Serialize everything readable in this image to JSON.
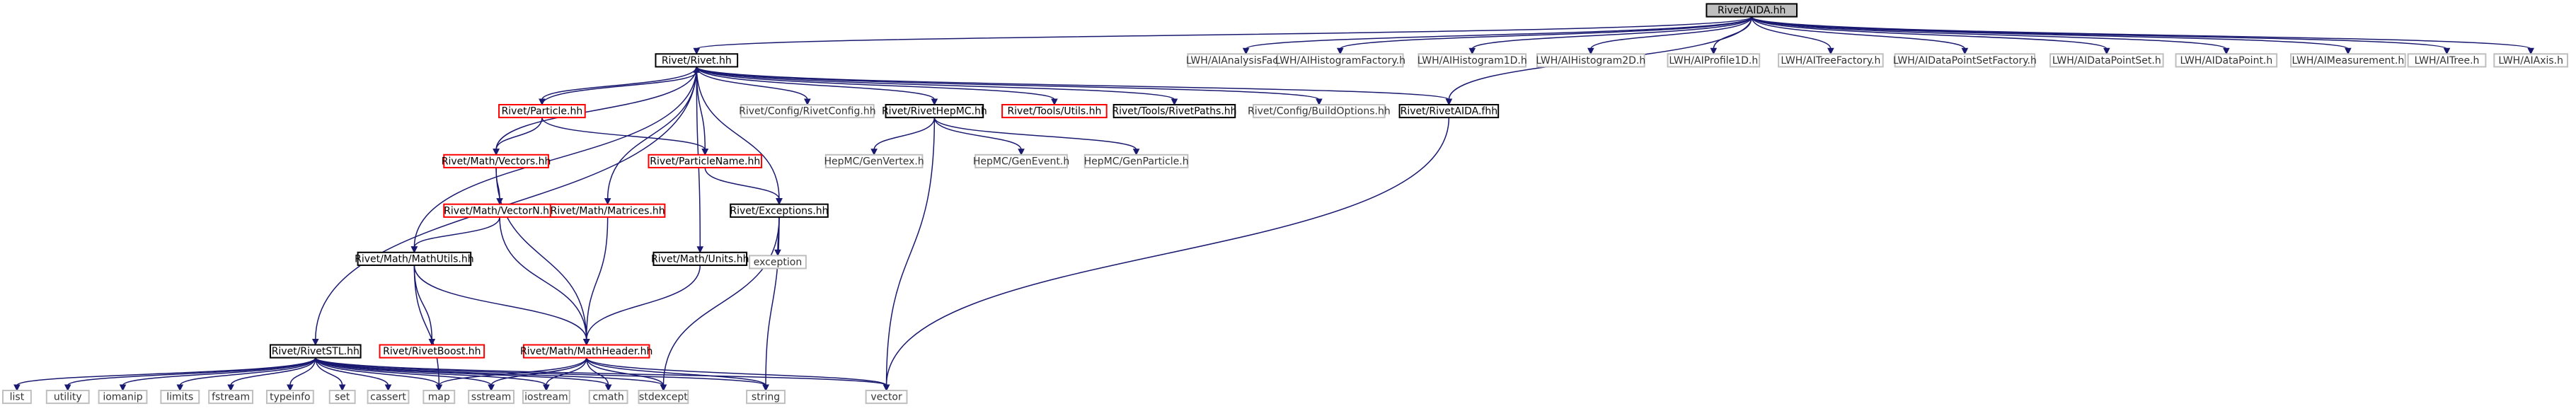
{
  "diagram": {
    "nodes": [
      {
        "id": "aida",
        "label": "Rivet/AIDA.hh",
        "kind": "root"
      },
      {
        "id": "rivet",
        "label": "Rivet/Rivet.hh",
        "kind": "doc"
      },
      {
        "id": "laf",
        "label": "LWH/AIAnalysisFactory.h",
        "kind": "gray"
      },
      {
        "id": "lhf",
        "label": "LWH/AIHistogramFactory.h",
        "kind": "gray"
      },
      {
        "id": "lh1",
        "label": "LWH/AIHistogram1D.h",
        "kind": "gray"
      },
      {
        "id": "lh2",
        "label": "LWH/AIHistogram2D.h",
        "kind": "gray"
      },
      {
        "id": "lp1",
        "label": "LWH/AIProfile1D.h",
        "kind": "gray"
      },
      {
        "id": "ltf",
        "label": "LWH/AITreeFactory.h",
        "kind": "gray"
      },
      {
        "id": "ldpsf",
        "label": "LWH/AIDataPointSetFactory.h",
        "kind": "gray"
      },
      {
        "id": "ldps",
        "label": "LWH/AIDataPointSet.h",
        "kind": "gray"
      },
      {
        "id": "ldp",
        "label": "LWH/AIDataPoint.h",
        "kind": "gray"
      },
      {
        "id": "lmeas",
        "label": "LWH/AIMeasurement.h",
        "kind": "gray"
      },
      {
        "id": "ltree",
        "label": "LWH/AITree.h",
        "kind": "gray"
      },
      {
        "id": "laxis",
        "label": "LWH/AIAxis.h",
        "kind": "gray"
      },
      {
        "id": "particle",
        "label": "Rivet/Particle.hh",
        "kind": "red"
      },
      {
        "id": "config",
        "label": "Rivet/Config/RivetConfig.hh",
        "kind": "gray"
      },
      {
        "id": "hepmc",
        "label": "Rivet/RivetHepMC.hh",
        "kind": "doc"
      },
      {
        "id": "utils",
        "label": "Rivet/Tools/Utils.hh",
        "kind": "red"
      },
      {
        "id": "paths",
        "label": "Rivet/Tools/RivetPaths.hh",
        "kind": "doc"
      },
      {
        "id": "build",
        "label": "Rivet/Config/BuildOptions.hh",
        "kind": "gray"
      },
      {
        "id": "rivetaida",
        "label": "Rivet/RivetAIDA.fhh",
        "kind": "doc"
      },
      {
        "id": "vectors",
        "label": "Rivet/Math/Vectors.hh",
        "kind": "red"
      },
      {
        "id": "pname",
        "label": "Rivet/ParticleName.hh",
        "kind": "red"
      },
      {
        "id": "genvertex",
        "label": "HepMC/GenVertex.h",
        "kind": "gray"
      },
      {
        "id": "genevent",
        "label": "HepMC/GenEvent.h",
        "kind": "gray"
      },
      {
        "id": "genparticle",
        "label": "HepMC/GenParticle.h",
        "kind": "gray"
      },
      {
        "id": "vectorn",
        "label": "Rivet/Math/VectorN.hh",
        "kind": "red"
      },
      {
        "id": "matrices",
        "label": "Rivet/Math/Matrices.hh",
        "kind": "red"
      },
      {
        "id": "exceptions",
        "label": "Rivet/Exceptions.hh",
        "kind": "doc"
      },
      {
        "id": "mathutils",
        "label": "Rivet/Math/MathUtils.hh",
        "kind": "doc"
      },
      {
        "id": "units",
        "label": "Rivet/Math/Units.hh",
        "kind": "doc"
      },
      {
        "id": "exception",
        "label": "exception",
        "kind": "gray"
      },
      {
        "id": "stl",
        "label": "Rivet/RivetSTL.hh",
        "kind": "doc"
      },
      {
        "id": "boost",
        "label": "Rivet/RivetBoost.hh",
        "kind": "red"
      },
      {
        "id": "mathheader",
        "label": "Rivet/Math/MathHeader.hh",
        "kind": "red"
      },
      {
        "id": "list",
        "label": "list",
        "kind": "gray"
      },
      {
        "id": "utility",
        "label": "utility",
        "kind": "gray"
      },
      {
        "id": "iomanip",
        "label": "iomanip",
        "kind": "gray"
      },
      {
        "id": "limits",
        "label": "limits",
        "kind": "gray"
      },
      {
        "id": "fstream",
        "label": "fstream",
        "kind": "gray"
      },
      {
        "id": "typeinfo",
        "label": "typeinfo",
        "kind": "gray"
      },
      {
        "id": "set",
        "label": "set",
        "kind": "gray"
      },
      {
        "id": "cassert",
        "label": "cassert",
        "kind": "gray"
      },
      {
        "id": "map",
        "label": "map",
        "kind": "gray"
      },
      {
        "id": "sstream",
        "label": "sstream",
        "kind": "gray"
      },
      {
        "id": "iostream",
        "label": "iostream",
        "kind": "gray"
      },
      {
        "id": "cmath",
        "label": "cmath",
        "kind": "gray"
      },
      {
        "id": "stdexcept",
        "label": "stdexcept",
        "kind": "gray"
      },
      {
        "id": "string",
        "label": "string",
        "kind": "gray"
      },
      {
        "id": "vector",
        "label": "vector",
        "kind": "gray"
      }
    ],
    "edges": [
      [
        "aida",
        "rivet"
      ],
      [
        "aida",
        "laf"
      ],
      [
        "aida",
        "lhf"
      ],
      [
        "aida",
        "lh1"
      ],
      [
        "aida",
        "lh2"
      ],
      [
        "aida",
        "lp1"
      ],
      [
        "aida",
        "ltf"
      ],
      [
        "aida",
        "ldpsf"
      ],
      [
        "aida",
        "ldps"
      ],
      [
        "aida",
        "ldp"
      ],
      [
        "aida",
        "lmeas"
      ],
      [
        "aida",
        "ltree"
      ],
      [
        "aida",
        "laxis"
      ],
      [
        "aida",
        "rivetaida"
      ],
      [
        "rivet",
        "particle"
      ],
      [
        "rivet",
        "config"
      ],
      [
        "rivet",
        "hepmc"
      ],
      [
        "rivet",
        "utils"
      ],
      [
        "rivet",
        "paths"
      ],
      [
        "rivet",
        "build"
      ],
      [
        "rivet",
        "rivetaida"
      ],
      [
        "rivet",
        "vectors"
      ],
      [
        "rivet",
        "pname"
      ],
      [
        "rivet",
        "exceptions"
      ],
      [
        "rivet",
        "matrices"
      ],
      [
        "rivet",
        "units"
      ],
      [
        "rivet",
        "mathutils"
      ],
      [
        "rivet",
        "stl"
      ],
      [
        "particle",
        "rivet"
      ],
      [
        "particle",
        "vectors"
      ],
      [
        "particle",
        "pname"
      ],
      [
        "hepmc",
        "genvertex"
      ],
      [
        "hepmc",
        "genevent"
      ],
      [
        "hepmc",
        "genparticle"
      ],
      [
        "hepmc",
        "vector"
      ],
      [
        "rivetaida",
        "vector"
      ],
      [
        "vectors",
        "vectorn"
      ],
      [
        "vectors",
        "mathheader"
      ],
      [
        "pname",
        "exceptions"
      ],
      [
        "vectorn",
        "mathutils"
      ],
      [
        "vectorn",
        "mathheader"
      ],
      [
        "matrices",
        "mathheader"
      ],
      [
        "exceptions",
        "exception"
      ],
      [
        "exceptions",
        "stdexcept"
      ],
      [
        "exceptions",
        "string"
      ],
      [
        "mathutils",
        "boost"
      ],
      [
        "mathutils",
        "mathheader"
      ],
      [
        "mathutils",
        "map"
      ],
      [
        "units",
        "mathheader"
      ],
      [
        "stl",
        "list"
      ],
      [
        "stl",
        "utility"
      ],
      [
        "stl",
        "iomanip"
      ],
      [
        "stl",
        "limits"
      ],
      [
        "stl",
        "fstream"
      ],
      [
        "stl",
        "typeinfo"
      ],
      [
        "stl",
        "set"
      ],
      [
        "stl",
        "cassert"
      ],
      [
        "stl",
        "map"
      ],
      [
        "stl",
        "sstream"
      ],
      [
        "stl",
        "iostream"
      ],
      [
        "stl",
        "cmath"
      ],
      [
        "stl",
        "stdexcept"
      ],
      [
        "stl",
        "string"
      ],
      [
        "stl",
        "vector"
      ],
      [
        "mathheader",
        "map"
      ],
      [
        "mathheader",
        "sstream"
      ],
      [
        "mathheader",
        "iostream"
      ],
      [
        "mathheader",
        "cmath"
      ],
      [
        "mathheader",
        "stdexcept"
      ],
      [
        "mathheader",
        "string"
      ],
      [
        "mathheader",
        "vector"
      ]
    ]
  },
  "colors": {
    "edge": "#191970",
    "root_fill": "#bfbfbf",
    "doc_border": "#000000",
    "red_border": "#ff0000",
    "gray_border": "#bfbfbf",
    "box_fill": "#ffffff"
  }
}
